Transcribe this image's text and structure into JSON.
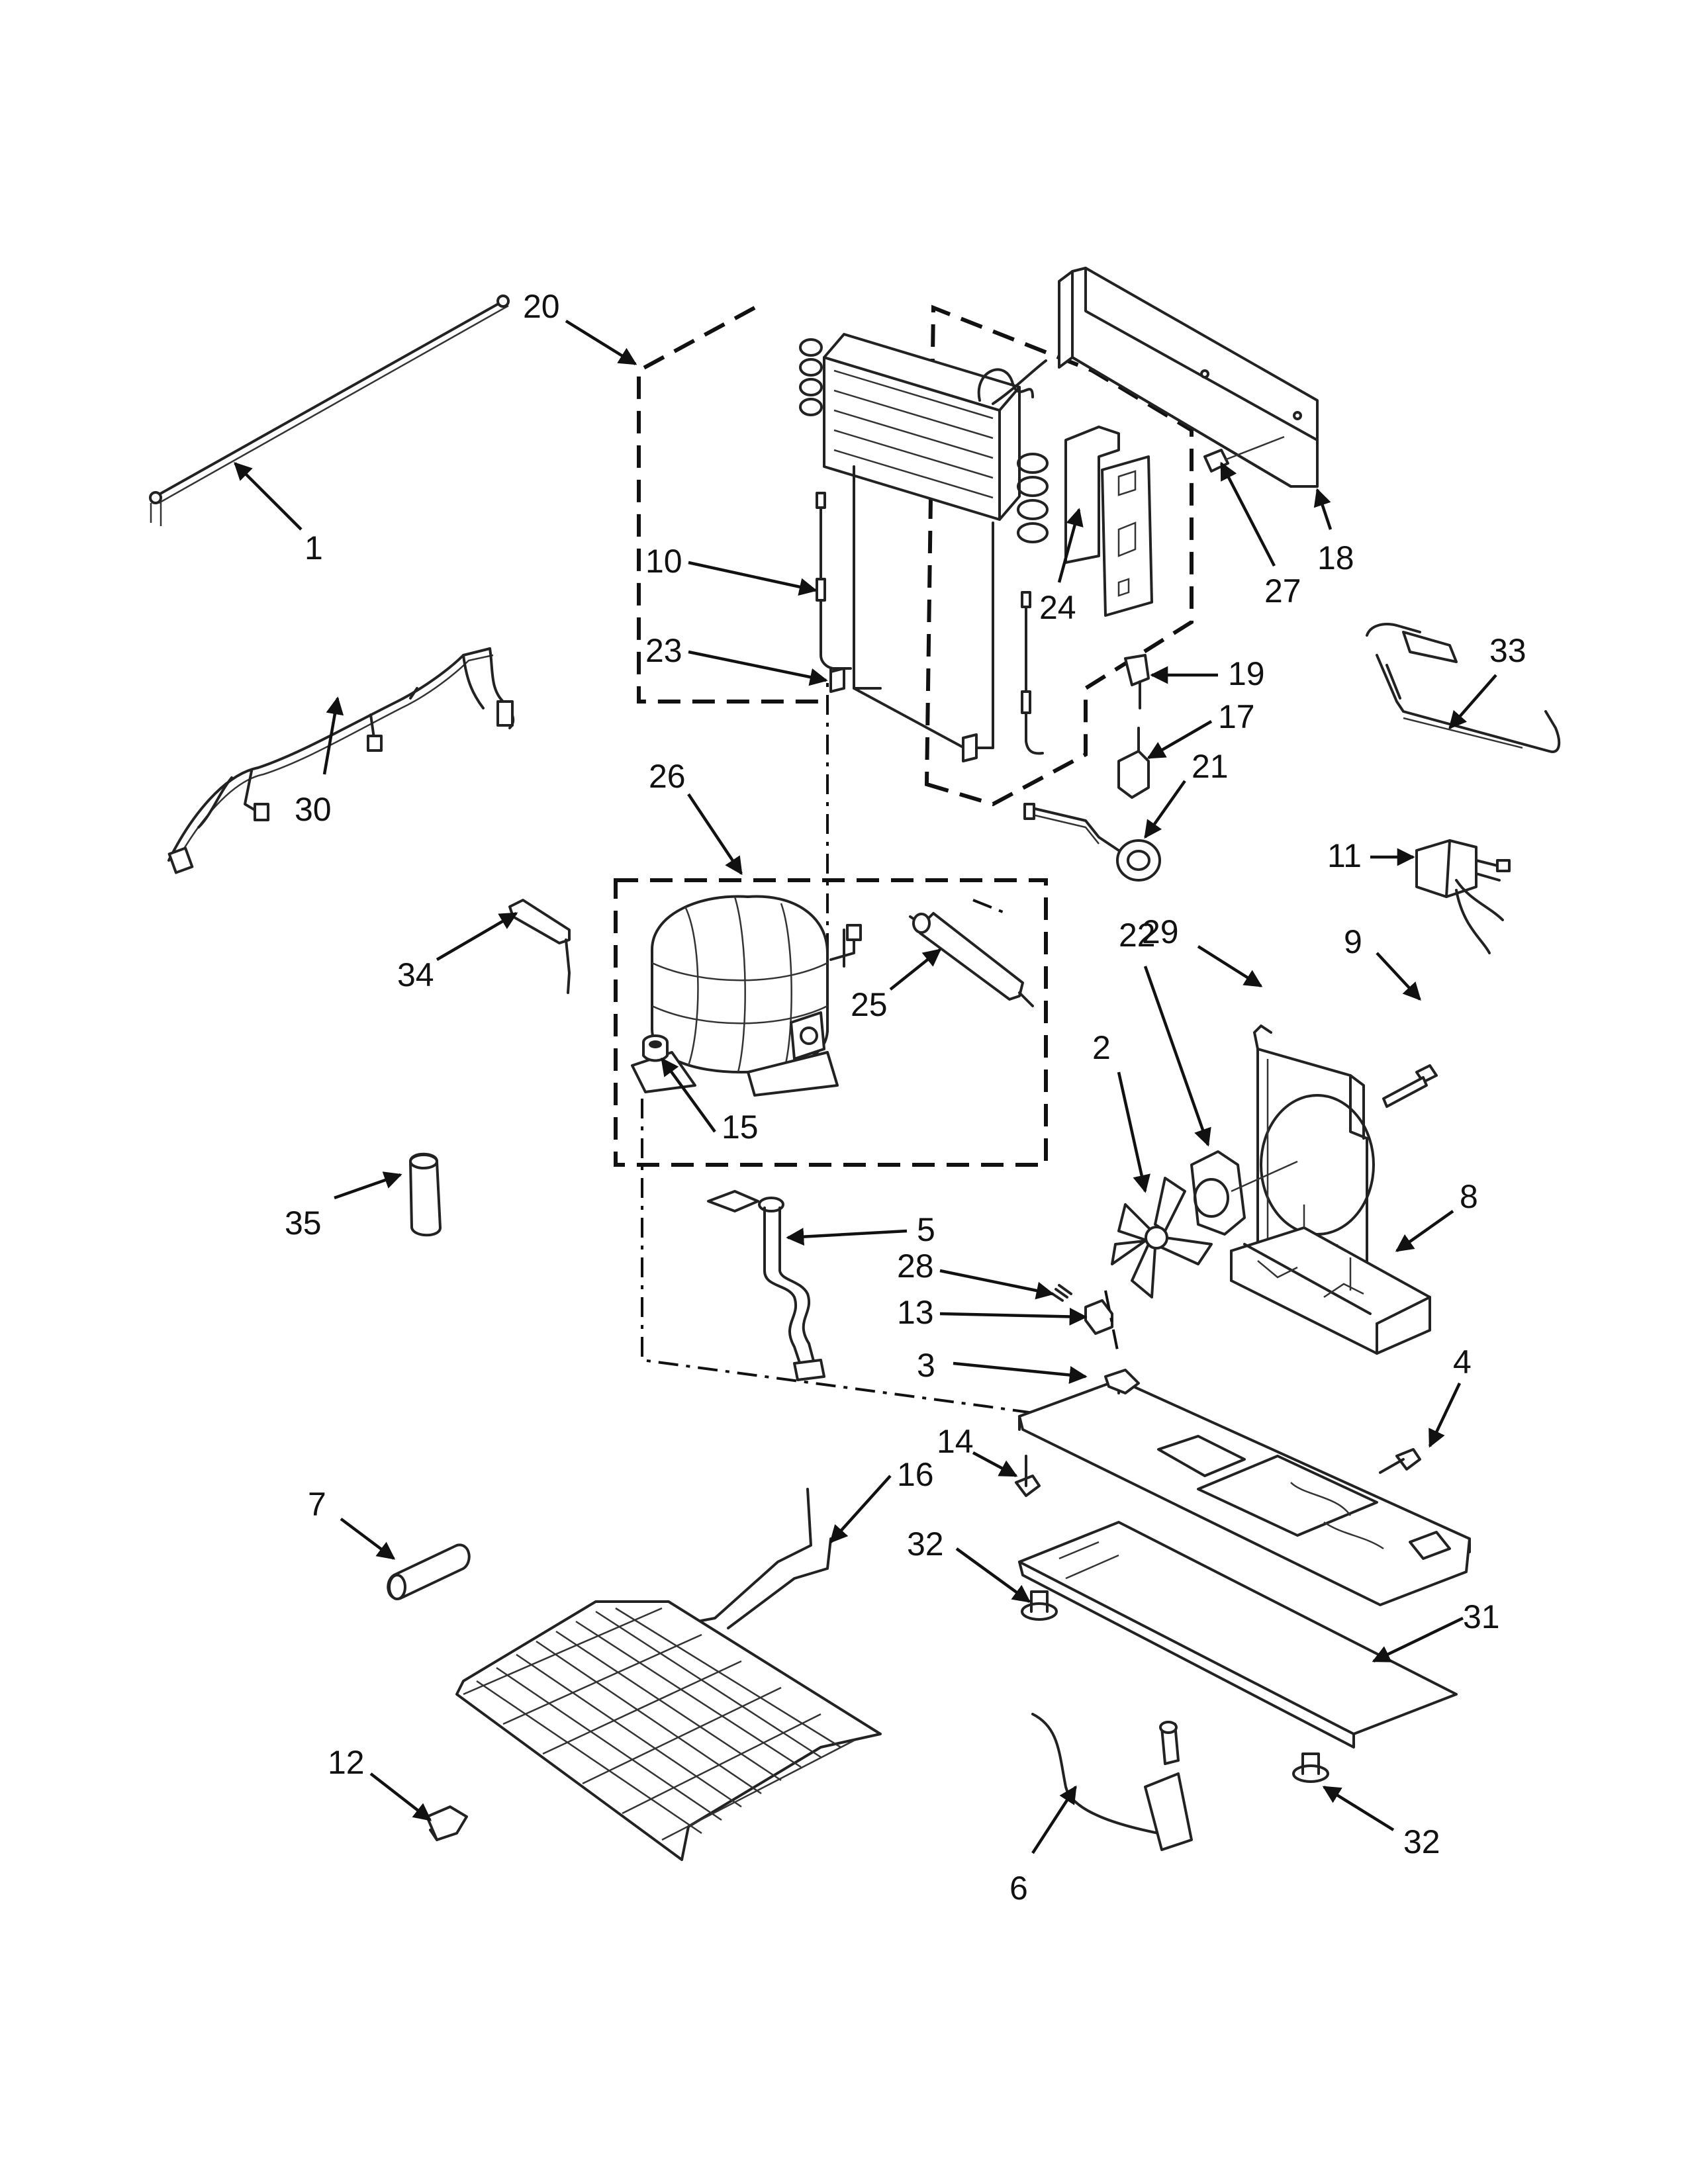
{
  "callouts": [
    {
      "id": "1",
      "text": "1"
    },
    {
      "id": "2",
      "text": "2"
    },
    {
      "id": "3",
      "text": "3"
    },
    {
      "id": "4",
      "text": "4"
    },
    {
      "id": "5",
      "text": "5"
    },
    {
      "id": "6",
      "text": "6"
    },
    {
      "id": "7",
      "text": "7"
    },
    {
      "id": "8",
      "text": "8"
    },
    {
      "id": "9",
      "text": "9"
    },
    {
      "id": "10",
      "text": "10"
    },
    {
      "id": "11",
      "text": "11"
    },
    {
      "id": "12",
      "text": "12"
    },
    {
      "id": "13",
      "text": "13"
    },
    {
      "id": "14",
      "text": "14"
    },
    {
      "id": "15",
      "text": "15"
    },
    {
      "id": "16",
      "text": "16"
    },
    {
      "id": "17",
      "text": "17"
    },
    {
      "id": "18",
      "text": "18"
    },
    {
      "id": "19",
      "text": "19"
    },
    {
      "id": "20",
      "text": "20"
    },
    {
      "id": "21",
      "text": "21"
    },
    {
      "id": "22",
      "text": "22"
    },
    {
      "id": "23",
      "text": "23"
    },
    {
      "id": "24",
      "text": "24"
    },
    {
      "id": "25",
      "text": "25"
    },
    {
      "id": "26",
      "text": "26"
    },
    {
      "id": "27",
      "text": "27"
    },
    {
      "id": "28",
      "text": "28"
    },
    {
      "id": "29",
      "text": "29"
    },
    {
      "id": "30",
      "text": "30"
    },
    {
      "id": "31",
      "text": "31"
    },
    {
      "id": "32a",
      "text": "32"
    },
    {
      "id": "32b",
      "text": "32"
    },
    {
      "id": "33",
      "text": "33"
    },
    {
      "id": "34",
      "text": "34"
    },
    {
      "id": "35",
      "text": "35"
    }
  ]
}
